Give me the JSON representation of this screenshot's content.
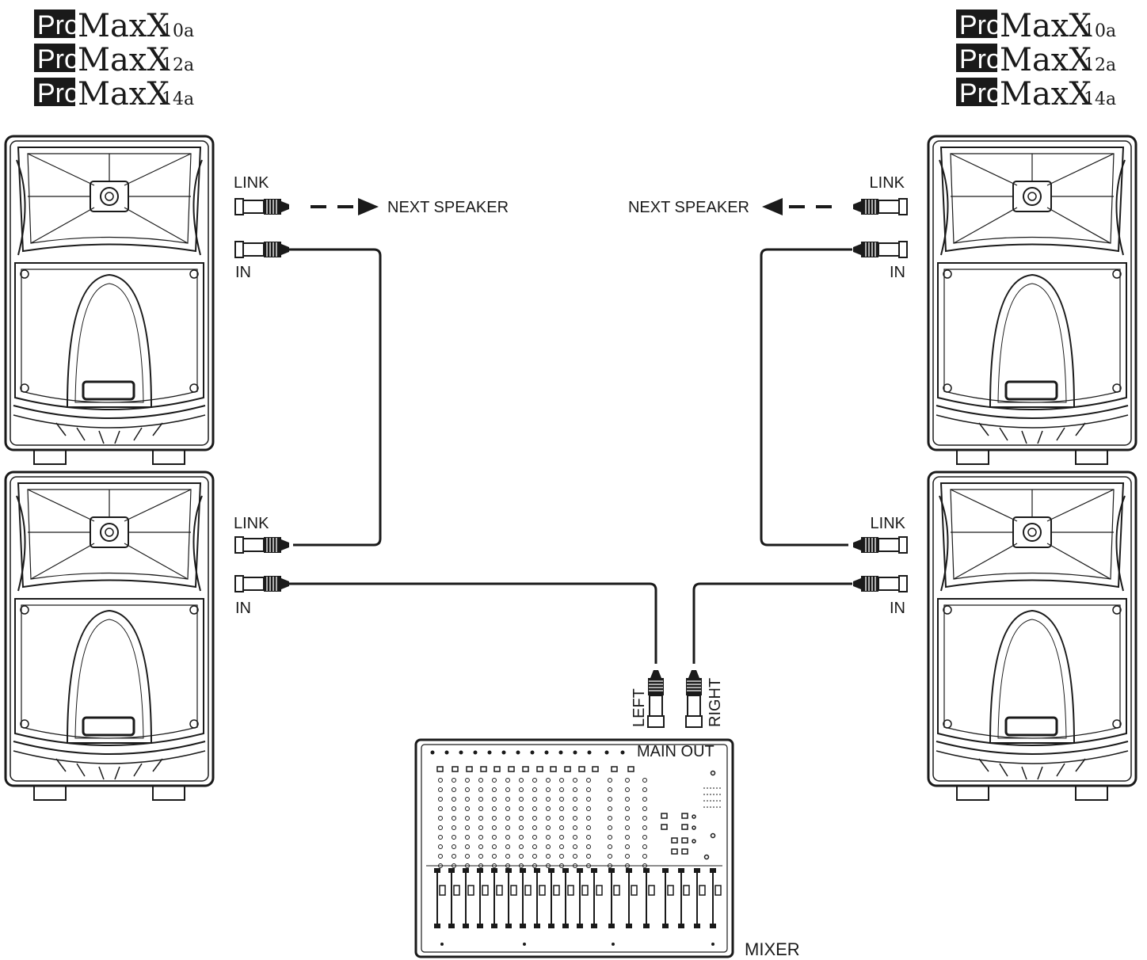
{
  "brands": {
    "left": [
      {
        "pro": "Pro",
        "name": "MaxX",
        "model": "10a"
      },
      {
        "pro": "Pro",
        "name": "MaxX",
        "model": "12a"
      },
      {
        "pro": "Pro",
        "name": "MaxX",
        "model": "14a"
      }
    ],
    "right": [
      {
        "pro": "Pro",
        "name": "MaxX",
        "model": "10a"
      },
      {
        "pro": "Pro",
        "name": "MaxX",
        "model": "12a"
      },
      {
        "pro": "Pro",
        "name": "MaxX",
        "model": "14a"
      }
    ]
  },
  "labels": {
    "link": "LINK",
    "in": "IN",
    "next_speaker": "NEXT SPEAKER",
    "left": "LEFT",
    "right": "RIGHT",
    "main_out": "MAIN OUT",
    "mixer": "MIXER"
  }
}
